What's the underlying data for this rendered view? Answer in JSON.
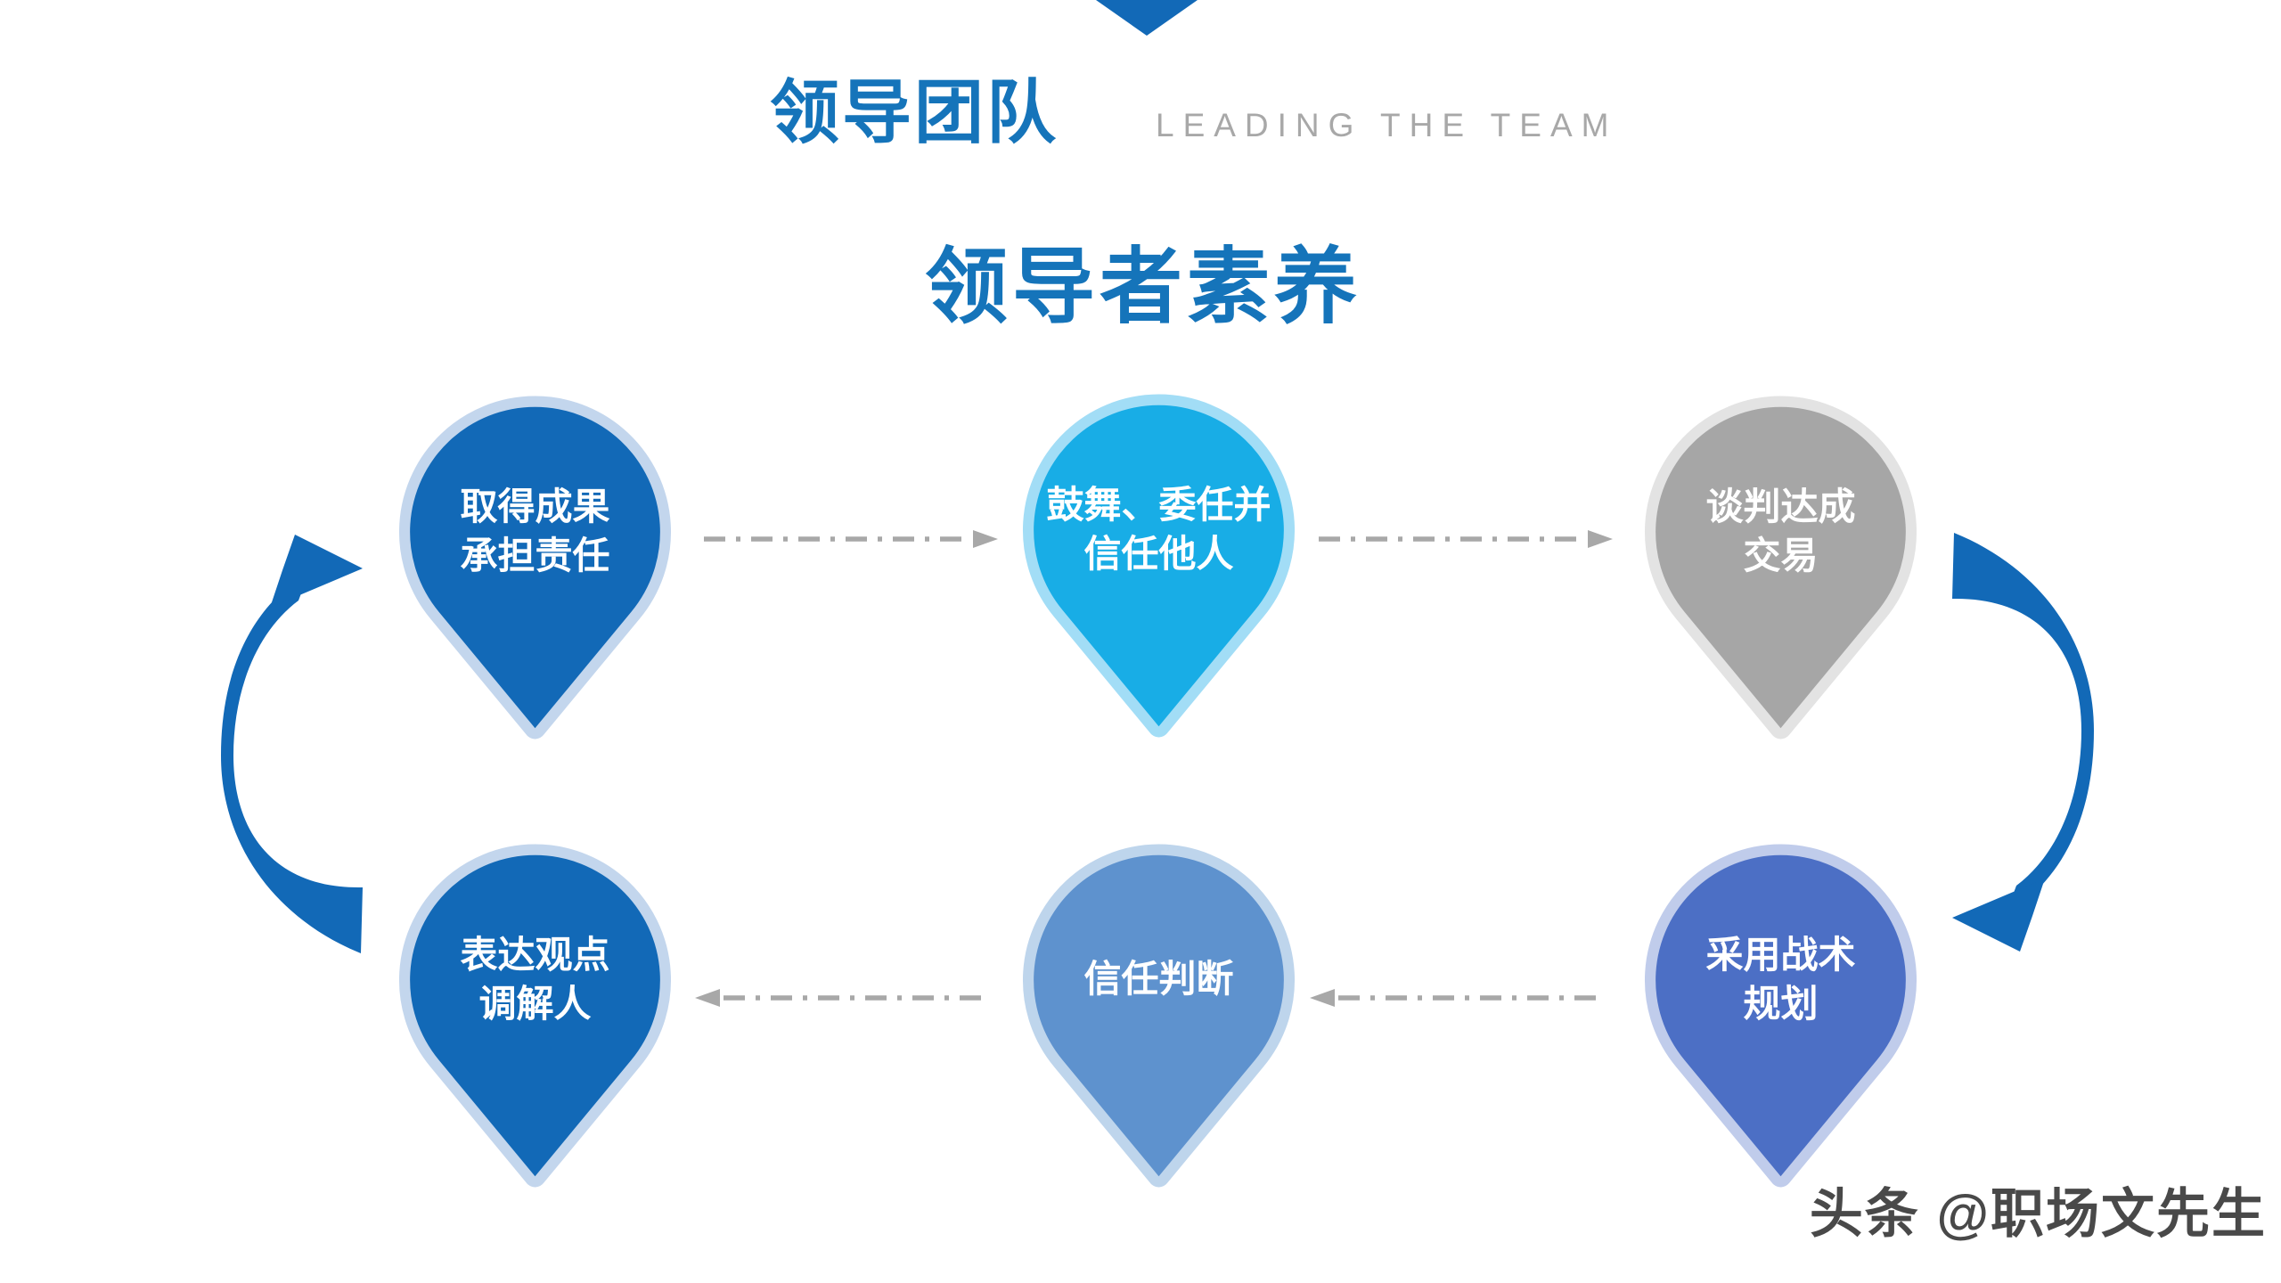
{
  "header": {
    "chevron_icon": "down-triangle",
    "title_cn": "领导团队",
    "title_en": "LEADING THE TEAM",
    "subtitle": "领导者素养"
  },
  "diagram": {
    "nodes": [
      {
        "id": "achieve-results",
        "lines": [
          "取得成果",
          "承担责任"
        ],
        "fill": "#1269b7",
        "halo": "#c3d6ed"
      },
      {
        "id": "inspire-delegate-trust",
        "lines": [
          "鼓舞、委任并",
          "信任他人"
        ],
        "fill": "#18ade6",
        "halo": "#a2ddf6"
      },
      {
        "id": "negotiate-deals",
        "lines": [
          "谈判达成",
          "交易"
        ],
        "fill": "#a6a6a6",
        "halo": "#e3e3e3"
      },
      {
        "id": "express-views-mediator",
        "lines": [
          "表达观点",
          "调解人"
        ],
        "fill": "#1269b7",
        "halo": "#c3d6ed"
      },
      {
        "id": "trust-judgment",
        "lines": [
          "信任判断"
        ],
        "fill": "#5e92ce",
        "halo": "#bed5ec"
      },
      {
        "id": "tactical-planning",
        "lines": [
          "采用战术",
          "规划"
        ],
        "fill": "#4c6fc5",
        "halo": "#c0cceb"
      }
    ],
    "connector_icons": {
      "top_row": "dash-dot-arrow-right",
      "bottom_row": "dash-dot-arrow-left",
      "right_side": "curved-swoosh-arrow-down",
      "left_side": "curved-swoosh-arrow-up"
    }
  },
  "watermark": "头条 @职场文先生",
  "colors": {
    "primary": "#1269b7",
    "title-blue": "#1574ba",
    "muted-gray": "#a8a8a8",
    "connector": "#a8a8a8",
    "watermark-gray": "#3a3a3a"
  }
}
